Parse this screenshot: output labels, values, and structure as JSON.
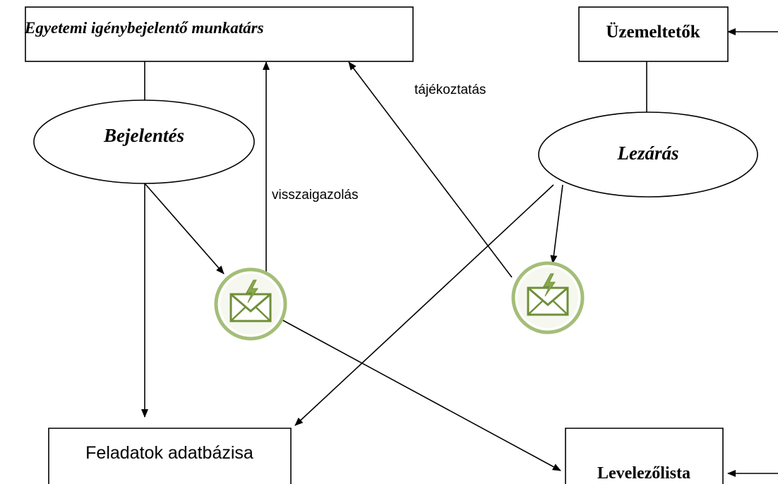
{
  "nodes": {
    "employee": "Egyetemi igénybejelentő munkatárs",
    "operators": "Üzemeltetők",
    "report": "Bejelentés",
    "closure": "Lezárás",
    "database": "Feladatok adatbázisa",
    "mailing_list": "Levelezőlista"
  },
  "edge_labels": {
    "confirmation": "visszaigazolás",
    "notification": "tájékoztatás"
  },
  "icons": {
    "mail_left": "email-icon",
    "mail_right": "email-icon"
  },
  "colors": {
    "icon_ring": "#a4be78",
    "icon_stroke": "#6f8f3a",
    "icon_bolt": "#8aa84c"
  }
}
